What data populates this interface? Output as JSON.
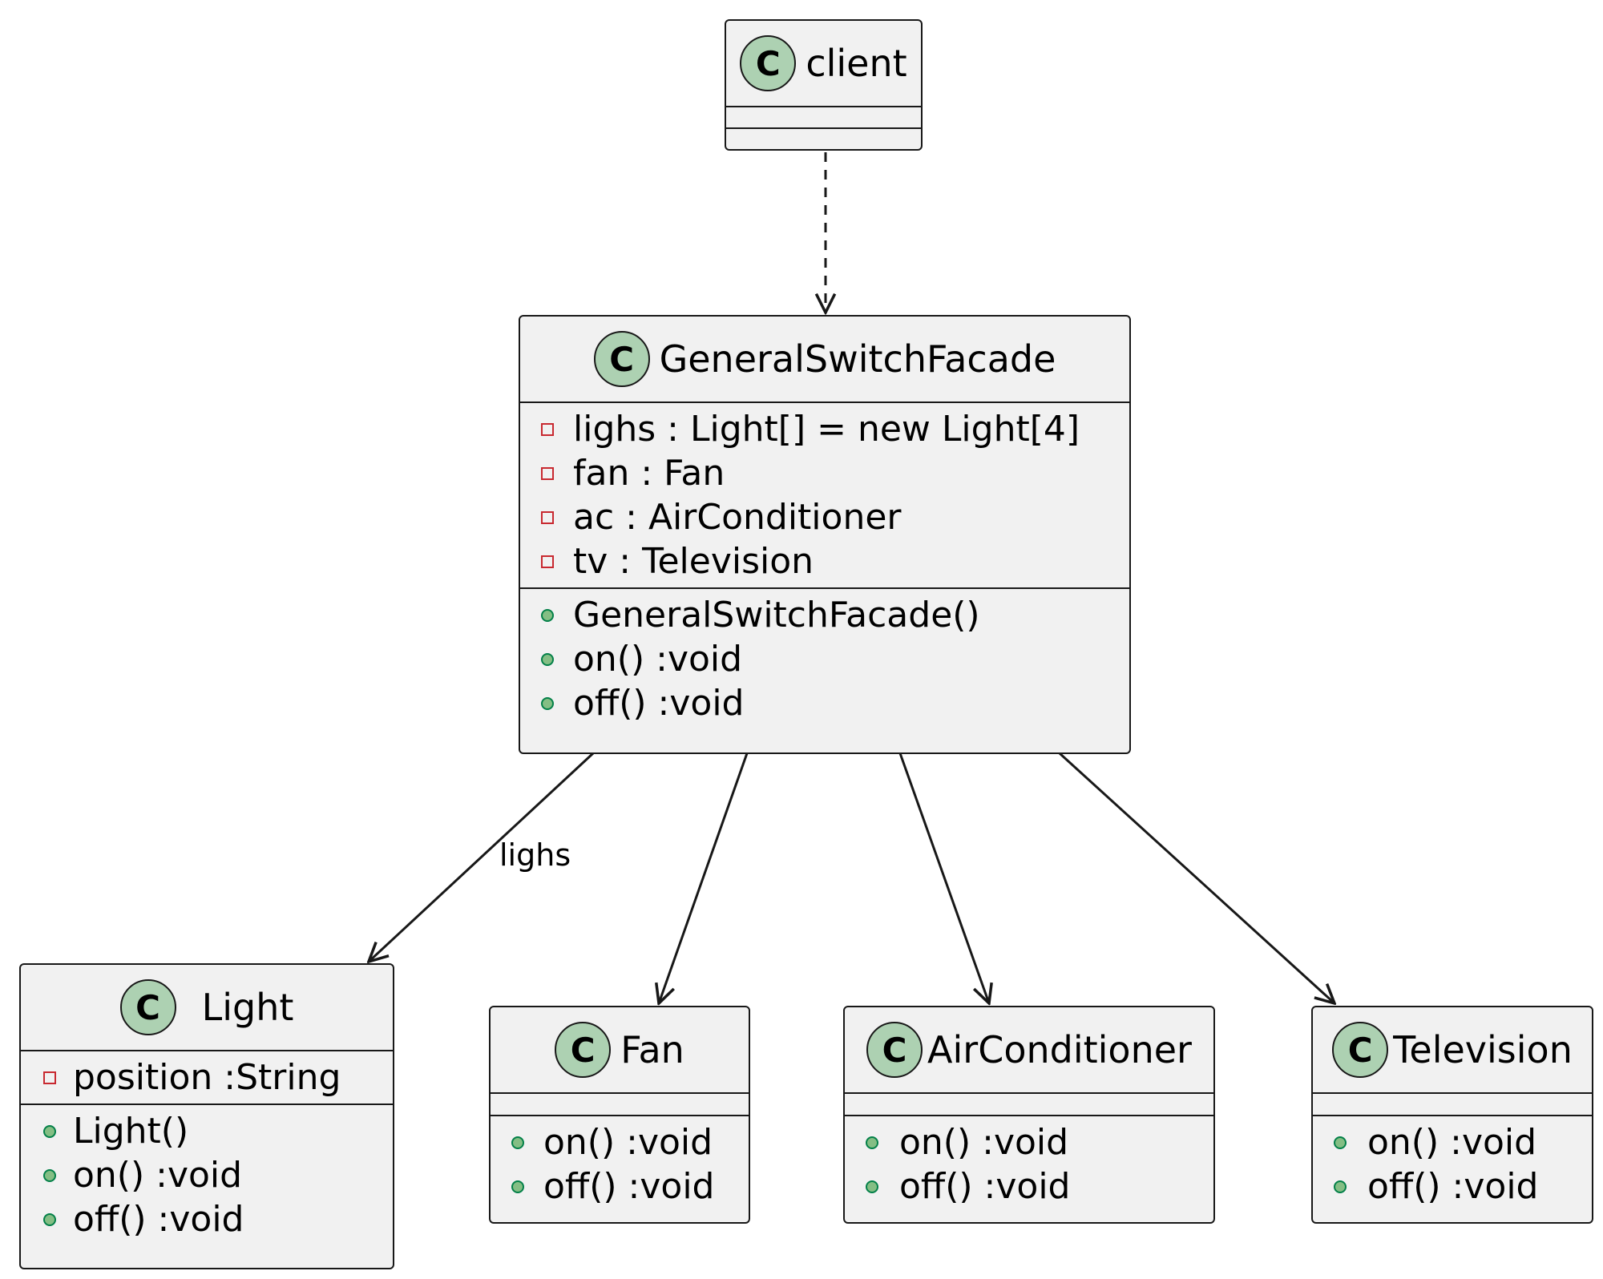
{
  "classes": {
    "client": {
      "name": "client",
      "stereotype_letter": "C",
      "attributes": [],
      "methods": []
    },
    "facade": {
      "name": "GeneralSwitchFacade",
      "stereotype_letter": "C",
      "attributes": [
        {
          "vis": "private",
          "text": "lighs : Light[] = new Light[4]"
        },
        {
          "vis": "private",
          "text": "fan : Fan"
        },
        {
          "vis": "private",
          "text": "ac : AirConditioner"
        },
        {
          "vis": "private",
          "text": "tv : Television"
        }
      ],
      "methods": [
        {
          "vis": "public",
          "text": "GeneralSwitchFacade()"
        },
        {
          "vis": "public",
          "text": "on() :void"
        },
        {
          "vis": "public",
          "text": "off() :void"
        }
      ]
    },
    "light": {
      "name": "Light",
      "stereotype_letter": "C",
      "attributes": [
        {
          "vis": "private",
          "text": "position :String"
        }
      ],
      "methods": [
        {
          "vis": "public",
          "text": "Light()"
        },
        {
          "vis": "public",
          "text": "on() :void"
        },
        {
          "vis": "public",
          "text": "off() :void"
        }
      ]
    },
    "fan": {
      "name": "Fan",
      "stereotype_letter": "C",
      "attributes": [],
      "methods": [
        {
          "vis": "public",
          "text": "on() :void"
        },
        {
          "vis": "public",
          "text": "off() :void"
        }
      ]
    },
    "ac": {
      "name": "AirConditioner",
      "stereotype_letter": "C",
      "attributes": [],
      "methods": [
        {
          "vis": "public",
          "text": "on() :void"
        },
        {
          "vis": "public",
          "text": "off() :void"
        }
      ]
    },
    "tv": {
      "name": "Television",
      "stereotype_letter": "C",
      "attributes": [],
      "methods": [
        {
          "vis": "public",
          "text": "on() :void"
        },
        {
          "vis": "public",
          "text": "off() :void"
        }
      ]
    }
  },
  "relations": [
    {
      "from": "client",
      "to": "facade",
      "type": "dependency",
      "label": ""
    },
    {
      "from": "facade",
      "to": "light",
      "type": "association",
      "label": "lighs"
    },
    {
      "from": "facade",
      "to": "fan",
      "type": "association",
      "label": ""
    },
    {
      "from": "facade",
      "to": "ac",
      "type": "association",
      "label": ""
    },
    {
      "from": "facade",
      "to": "tv",
      "type": "association",
      "label": ""
    }
  ]
}
